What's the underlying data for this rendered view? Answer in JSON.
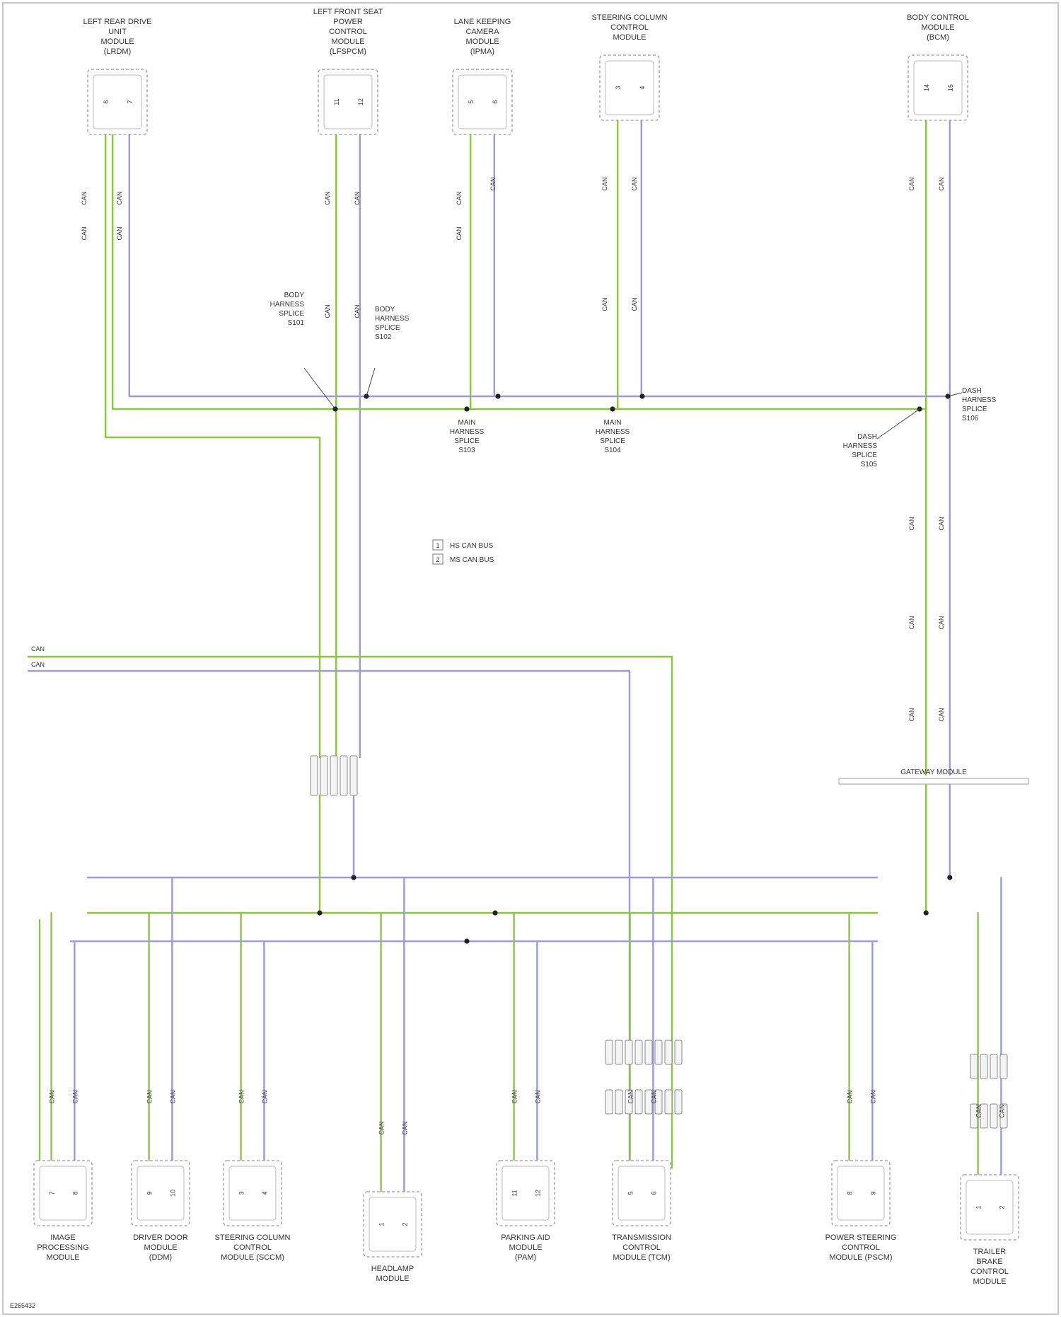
{
  "diagram": {
    "wire_colors": {
      "can_high": "#8cc63f",
      "can_low": "#9a9ae0"
    },
    "modules_top": [
      {
        "id": "m1",
        "label": [
          "LEFT REAR DRIVE",
          "UNIT",
          "MODULE",
          "(LRDM)"
        ],
        "pins": [
          "6",
          "7"
        ]
      },
      {
        "id": "m2",
        "label": [
          "LEFT FRONT SEAT",
          "POWER",
          "CONTROL",
          "MODULE",
          "(LFSPCM)"
        ],
        "pins": [
          "11",
          "12"
        ]
      },
      {
        "id": "m3",
        "label": [
          "LANE KEEPING",
          "CAMERA",
          "MODULE",
          "(IPMA)"
        ],
        "pins": [
          "5",
          "6"
        ]
      },
      {
        "id": "m4",
        "label": [
          "STEERING COLUMN",
          "CONTROL",
          "MODULE"
        ],
        "pins": [
          "3",
          "4"
        ]
      },
      {
        "id": "m5",
        "label": [
          "BODY CONTROL",
          "MODULE",
          "(BCM)"
        ],
        "pins": [
          "14",
          "15"
        ]
      }
    ],
    "modules_bottom": [
      {
        "id": "b1",
        "label": [
          "IMAGE",
          "PROCESSING",
          "MODULE"
        ],
        "pins": [
          "7",
          "8"
        ]
      },
      {
        "id": "b2",
        "label": [
          "DRIVER DOOR",
          "MODULE",
          "(DDM)"
        ],
        "pins": [
          "9",
          "10"
        ]
      },
      {
        "id": "b3",
        "label": [
          "STEERING COLUMN",
          "CONTROL",
          "MODULE (SCCM)"
        ],
        "pins": [
          "3",
          "4"
        ]
      },
      {
        "id": "b4",
        "label": [
          "HEADLAMP",
          "MODULE"
        ],
        "pins": [
          "1",
          "2"
        ]
      },
      {
        "id": "b5",
        "label": [
          "PARKING AID",
          "MODULE",
          "(PAM)"
        ],
        "pins": [
          "11",
          "12"
        ]
      },
      {
        "id": "b6",
        "label": [
          "TRANSMISSION",
          "CONTROL",
          "MODULE (TCM)"
        ],
        "pins": [
          "5",
          "6"
        ]
      },
      {
        "id": "b7",
        "label": [
          "POWER STEERING",
          "CONTROL",
          "MODULE (PSCM)"
        ],
        "pins": [
          "8",
          "9"
        ]
      },
      {
        "id": "b8",
        "label": [
          "TRAILER",
          "BRAKE",
          "CONTROL",
          "MODULE"
        ],
        "pins": [
          "1",
          "2"
        ]
      }
    ],
    "splices": [
      {
        "id": "s1",
        "label": [
          "BODY",
          "HARNESS",
          "SPLICE",
          "S101"
        ]
      },
      {
        "id": "s2",
        "label": [
          "BODY",
          "HARNESS",
          "SPLICE",
          "S102"
        ]
      },
      {
        "id": "s3",
        "label": [
          "MAIN",
          "HARNESS",
          "SPLICE",
          "S103"
        ]
      },
      {
        "id": "s4",
        "label": [
          "MAIN",
          "HARNESS",
          "SPLICE",
          "S104"
        ]
      },
      {
        "id": "s5",
        "label": [
          "DASH",
          "HARNESS",
          "SPLICE",
          "S105"
        ]
      },
      {
        "id": "s6",
        "label": [
          "DASH",
          "HARNESS",
          "SPLICE",
          "S106"
        ]
      }
    ],
    "legend": [
      {
        "symbol": "1",
        "text": "HS CAN BUS"
      },
      {
        "symbol": "2",
        "text": "MS CAN BUS"
      }
    ],
    "gateway_label": "GATEWAY MODULE",
    "footnote": "E265432"
  }
}
